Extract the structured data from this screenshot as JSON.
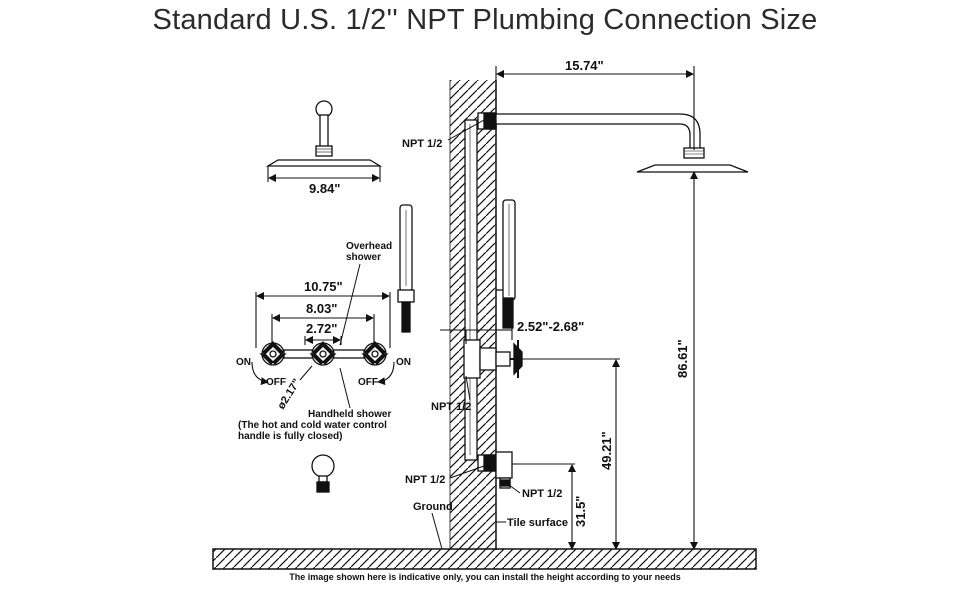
{
  "title": "Standard U.S. 1/2'' NPT Plumbing Connection Size",
  "footer": "The image shown here is indicative only, you can install the height according to your needs",
  "dimensions": {
    "arm_length": "15.74\"",
    "head_width": "9.84\"",
    "outer_spacing": "10.75\"",
    "mid_spacing": "8.03\"",
    "inner_spacing": "2.72\"",
    "depth_range": "2.52\"-2.68\"",
    "handle_diameter": "ø2.17\"",
    "total_height": "86.61\"",
    "valve_height": "49.21\"",
    "outlet_height": "31.5\""
  },
  "labels": {
    "npt_top": "NPT 1/2",
    "npt_mid": "NPT 1/2",
    "npt_low": "NPT 1/2",
    "npt_outlet": "NPT 1/2",
    "overhead_line1": "Overhead",
    "overhead_line2": "shower",
    "on_left": "ON",
    "off_left": "OFF",
    "on_right": "ON",
    "off_right": "OFF",
    "handheld_title": "Handheld shower",
    "handheld_note1": "(The hot and cold water control",
    "handheld_note2": "handle is fully closed)",
    "ground": "Ground",
    "tile_surface": "Tile surface"
  }
}
